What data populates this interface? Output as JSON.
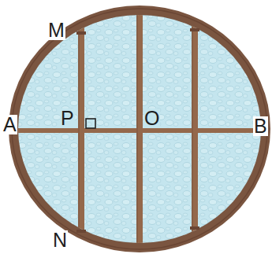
{
  "diagram": {
    "labels": [
      "M",
      "A",
      "P",
      "O",
      "B",
      "N"
    ]
  }
}
